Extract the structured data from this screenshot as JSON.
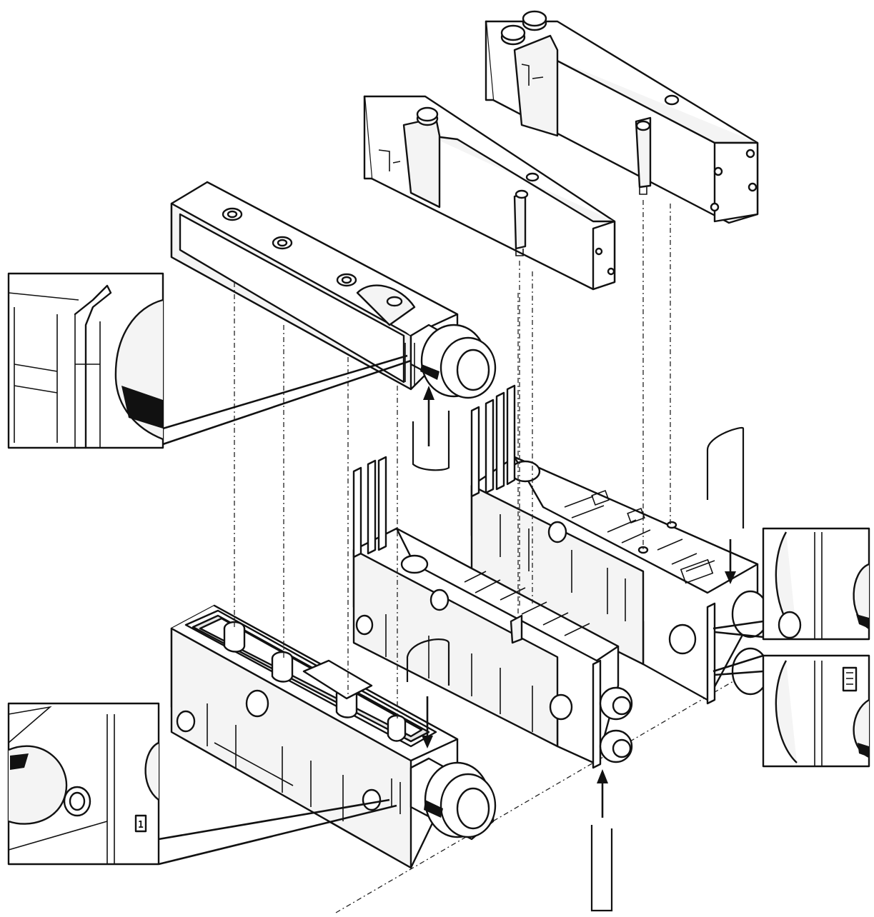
{
  "diagram": {
    "port_marking_label": "1"
  },
  "colors": {
    "line": "#111111",
    "background": "#ffffff",
    "shade": "#f4f4f4"
  },
  "components": [
    "valve-upper",
    "valve-middle",
    "cover-plate",
    "manifold-base-rear",
    "manifold-base-middle",
    "manifold-base-front",
    "retaining-clip",
    "detail-inset"
  ]
}
